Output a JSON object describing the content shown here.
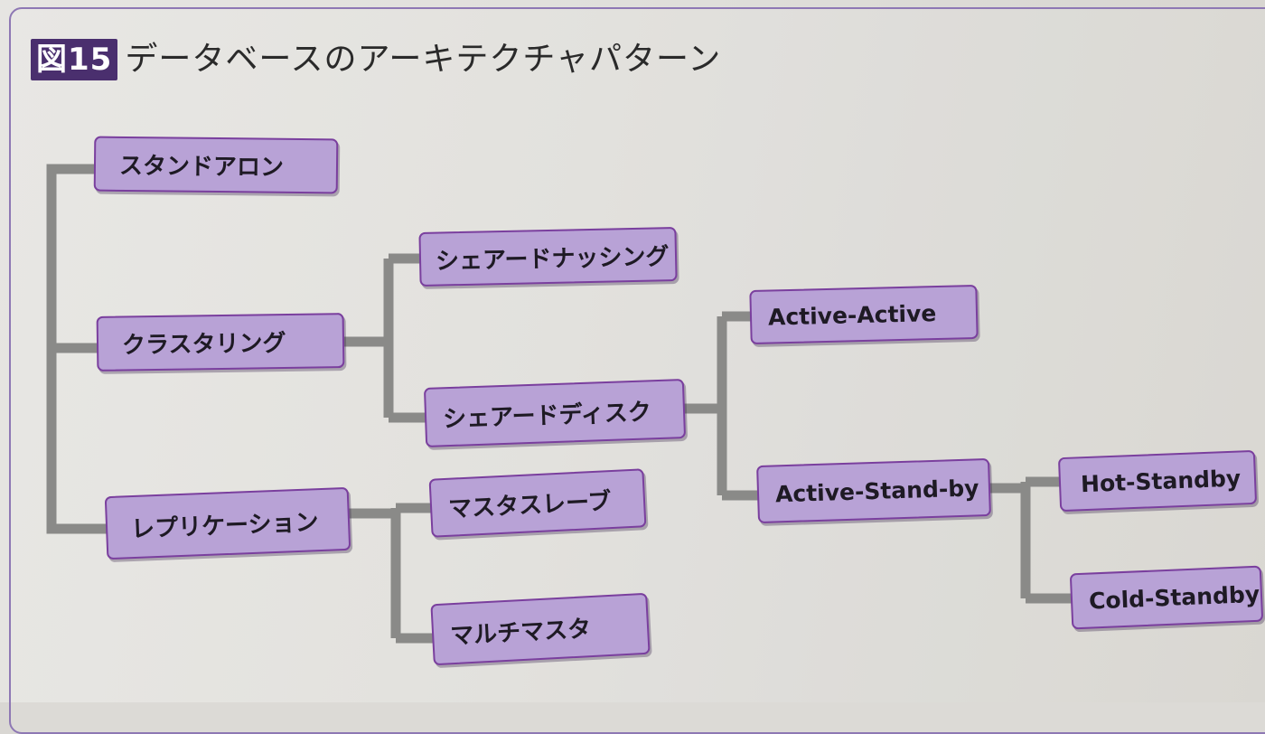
{
  "figure": {
    "badge": "図15",
    "title": "データベースのアーキテクチャパターン"
  },
  "nodes": {
    "standalone": "スタンドアロン",
    "clustering": "クラスタリング",
    "replication": "レプリケーション",
    "shared_nothing": "シェアードナッシング",
    "shared_disk": "シェアードディスク",
    "master_slave": "マスタスレーブ",
    "multi_master": "マルチマスタ",
    "active_active": "Active-Active",
    "active_standby": "Active-Stand-by",
    "hot_standby": "Hot-Standby",
    "cold_standby": "Cold-Standby"
  },
  "colors": {
    "node_fill": "#b8a2d6",
    "node_border": "#7a3f9e",
    "badge_bg": "#4a2f6e",
    "frame": "#8e78b4",
    "connector": "#8a8a88"
  }
}
